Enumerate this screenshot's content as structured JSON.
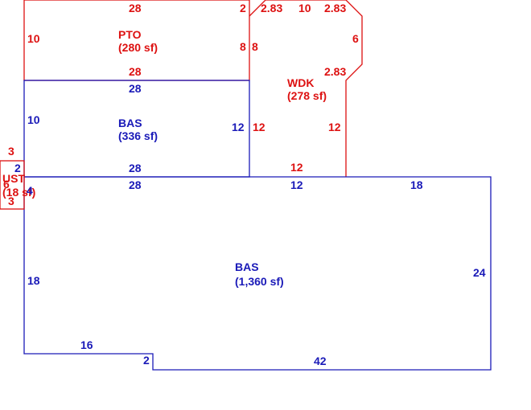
{
  "colors": {
    "addition": "#dd1111",
    "base": "#1a1ab8",
    "background": "#ffffff"
  },
  "areas": {
    "pto": {
      "code": "PTO",
      "area": "(280 sf)"
    },
    "wdk": {
      "code": "WDK",
      "area": "(278 sf)"
    },
    "bas_upper": {
      "code": "BAS",
      "area": "(336 sf)"
    },
    "bas_main": {
      "code": "BAS",
      "area": "(1,360 sf)"
    },
    "ust": {
      "code": "UST",
      "area": "(18 sf)"
    }
  },
  "dimensions": {
    "pto_top": "28",
    "pto_top_right": "2",
    "pto_left": "10",
    "pto_right": "8",
    "pto_bottom": "28",
    "wdk_left": "8",
    "wdk_diag_left": "2.83",
    "wdk_top": "10",
    "wdk_diag_right": "2.83",
    "wdk_right": "6",
    "wdk_diag_lower": "2.83",
    "wdk_right_lower": "12",
    "wdk_left_lower": "12",
    "wdk_bottom": "12",
    "bas_upper_top": "28",
    "bas_upper_left": "10",
    "bas_upper_right": "12",
    "bas_upper_bottom": "28",
    "bas_main_top_left": "28",
    "bas_main_top_mid": "12",
    "bas_main_top_right": "18",
    "bas_main_left": "18",
    "bas_main_right": "24",
    "bas_main_bottom_left": "16",
    "bas_main_step": "2",
    "bas_main_bottom": "42",
    "ust_top": "3",
    "ust_left": "6",
    "ust_right": "4",
    "ust_inner": "2",
    "ust_bottom": "3"
  }
}
